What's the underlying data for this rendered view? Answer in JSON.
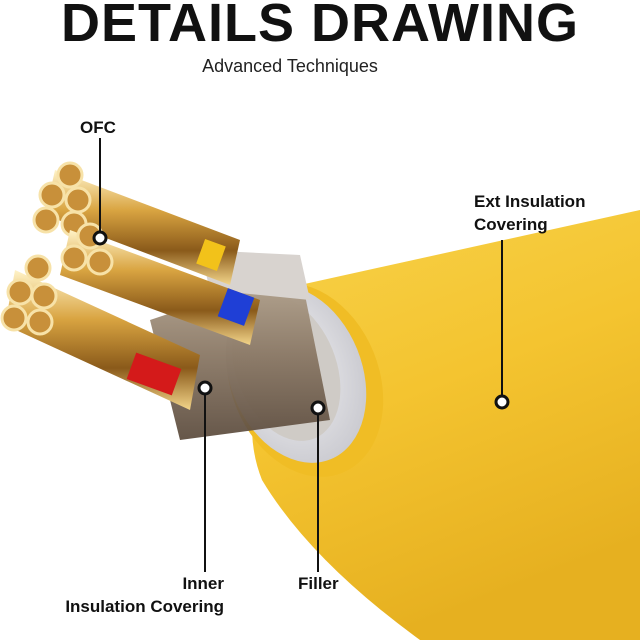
{
  "header": {
    "title": "DETAILS DRAWING",
    "subtitle": "Advanced Techniques"
  },
  "callouts": {
    "ofc": "OFC",
    "ext_line1": "Ext Insulation",
    "ext_line2": "Covering",
    "filler": "Filler",
    "inner_line1": "Inner",
    "inner_line2": "Insulation Covering"
  },
  "colors": {
    "jacket": "#f4c430",
    "filler": "#e9e9ec",
    "wire_blue": "#1f3fd6",
    "wire_red": "#d41a1a",
    "wire_yellow": "#f2c21a",
    "copper": "#c8903a"
  }
}
